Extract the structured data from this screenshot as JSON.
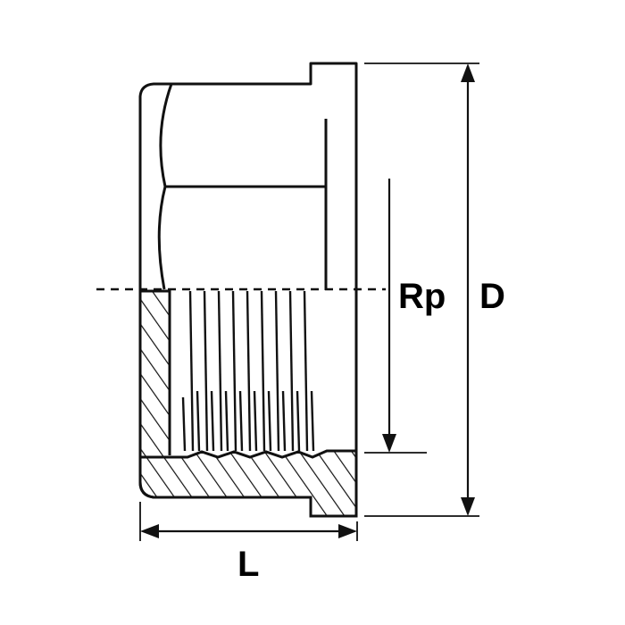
{
  "labels": {
    "thread": "Rp",
    "diameter": "D",
    "length": "L"
  },
  "colors": {
    "line": "#111111",
    "background": "#ffffff"
  }
}
